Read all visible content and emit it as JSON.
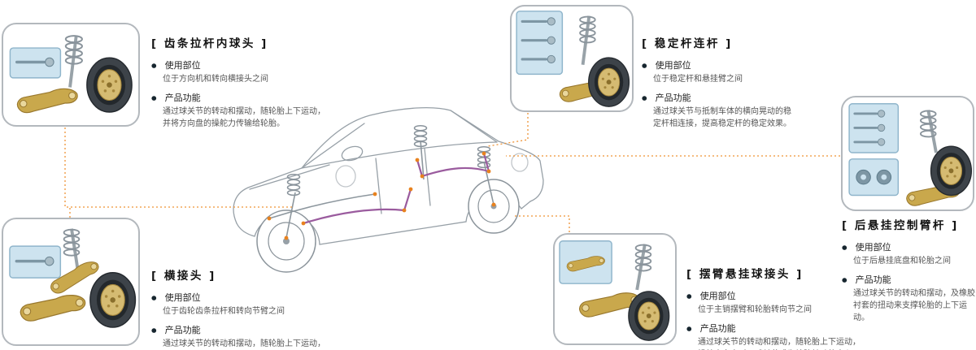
{
  "icons": {
    "bullet": "●"
  },
  "labels": {
    "usage": "使用部位",
    "function": "产品功能"
  },
  "colors": {
    "connector": "#ef9335",
    "joint_dot": "#e8821e",
    "stabilizer_highlight": "#9a5b9e",
    "box_border": "#b3b8bd",
    "inset_bg": "#cde3ef",
    "gold_part": "#c9a84c"
  },
  "sections": [
    {
      "id": "rack-tie-rod-inner-ball-joint",
      "title": "[ 齿条拉杆内球头 ]",
      "usage_desc": "位于方向机和转向横接头之间",
      "function_desc": "通过球关节的转动和摆动，随轮胎上下运动，\n并将方向盘的操舵力传输给轮胎。"
    },
    {
      "id": "stabilizer-link",
      "title": "[ 稳定杆连杆 ]",
      "usage_desc": "位于稳定杆和悬挂臂之间",
      "function_desc": "通过球关节与抵制车体的横向晃动的稳\n定杆相连接，提高稳定杆的稳定效果。"
    },
    {
      "id": "rear-suspension-control-arm",
      "title": "[ 后悬挂控制臂杆 ]",
      "usage_desc": "位于后悬挂底盘和轮胎之间",
      "function_desc": "通过球关节的转动和摆动，及橡胶\n衬套的扭动来支撑轮胎的上下运动。"
    },
    {
      "id": "tie-rod-end",
      "title": "[ 横接头 ]",
      "usage_desc": "位于齿轮齿条拉杆和转向节臂之间",
      "function_desc": "通过球关节的转动和摆动，随轮胎上下运动，\n并将方向盘的操舵力传输给轮胎。"
    },
    {
      "id": "swing-arm-suspension-ball-joint",
      "title": "[ 摆臂悬挂球接头 ]",
      "usage_desc": "位于主销摆臂和轮胎转向节之间",
      "function_desc": "通过球关节的转动和摆动，随轮胎上下运动，\n操舵方向盘时，球关节成为轮胎转动的中心。"
    }
  ]
}
